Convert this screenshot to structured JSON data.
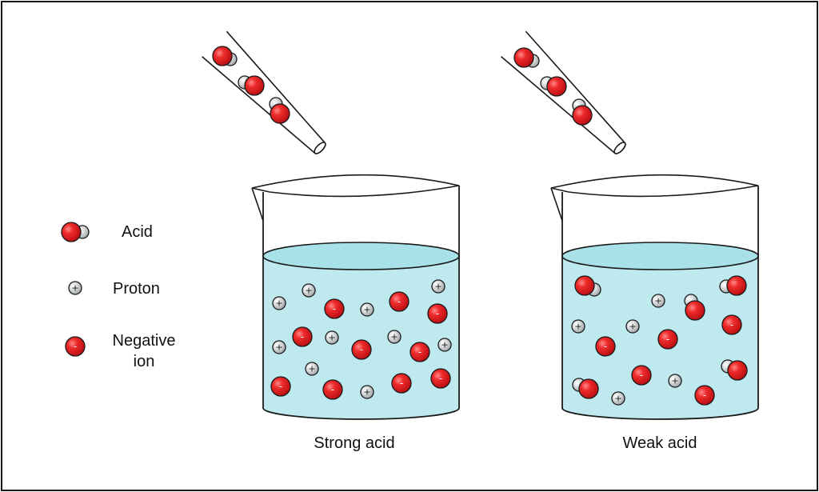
{
  "legend": {
    "acid_label": "Acid",
    "proton_label": "Proton",
    "negative_ion_label": "Negative\nion"
  },
  "beakers": [
    {
      "caption": "Strong acid"
    },
    {
      "caption": "Weak acid"
    }
  ],
  "symbols": {
    "proton": "+",
    "negative": "-"
  },
  "colors": {
    "outline": "#1a1a1a",
    "liquid": "#bde9ef",
    "liquid_surface": "#a9e1e8",
    "ion_red": "#d8161a",
    "proton_grey": "#c8cbcc"
  }
}
